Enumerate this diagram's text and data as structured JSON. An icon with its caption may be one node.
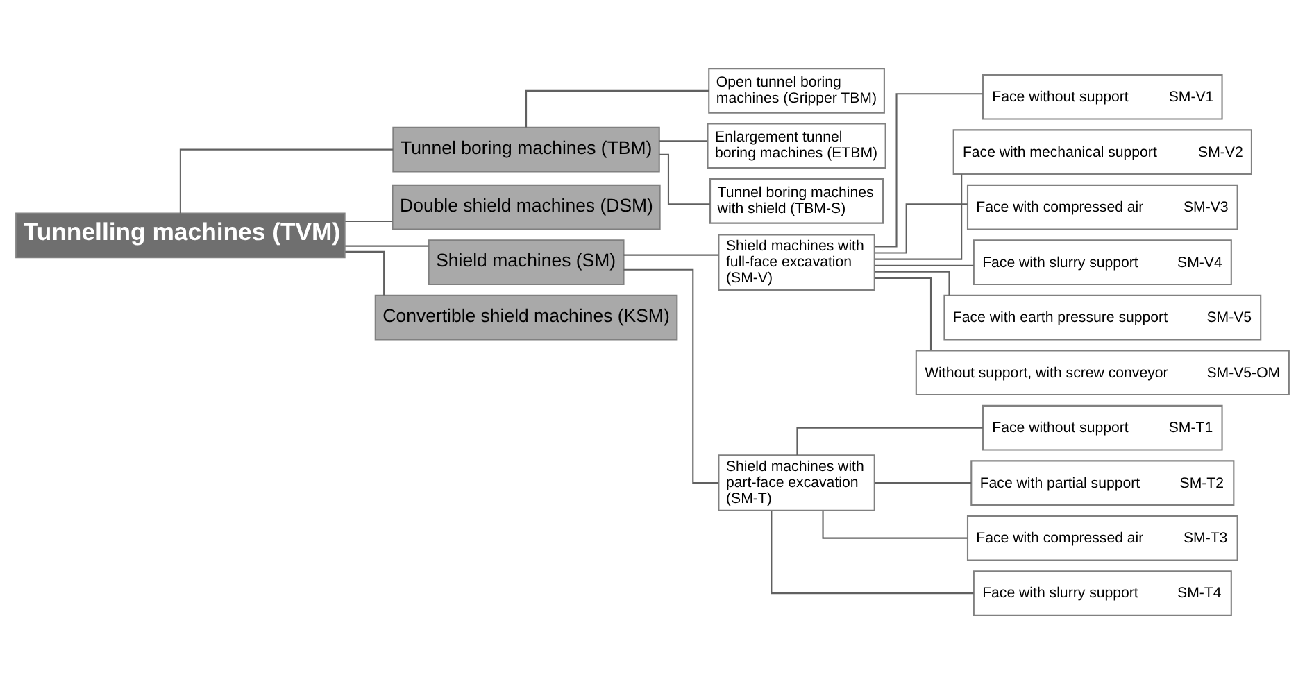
{
  "diagram": {
    "nodes": [
      {
        "text": [
          "Tunnelling machines (TVM)"
        ]
      },
      {
        "text": [
          "Tunnel boring machines (TBM)"
        ]
      },
      {
        "text": [
          "Open tunnel boring machines (Gripper TBM)"
        ]
      },
      {
        "text": [
          "Enlargement tunnel boring machines (ETBM)"
        ]
      },
      {
        "text": [
          "Tunnel boring machines with shield (TBM-S)"
        ]
      },
      {
        "text": [
          "Double shield machines (DSM)"
        ]
      },
      {
        "text": [
          "Shield machines (SM)"
        ]
      },
      {
        "text": [
          "Shield machines with full-face excavation (SM-V)"
        ]
      },
      {
        "text": [
          "Face without support",
          "SM-V1"
        ]
      },
      {
        "text": [
          "Face with mechanical support",
          "SM-V2"
        ]
      },
      {
        "text": [
          "Face with compressed air",
          "SM-V3"
        ]
      },
      {
        "text": [
          "Face with slurry support",
          "SM-V4"
        ]
      },
      {
        "text": [
          "Face with earth pressure support",
          "SM-V5"
        ]
      },
      {
        "text": [
          "Without support, with screw conveyor",
          "SM-V5-OM"
        ]
      },
      {
        "text": [
          "Shield machines with part-face excavation (SM-T)"
        ]
      },
      {
        "text": [
          "Face without support",
          "SM-T1"
        ]
      },
      {
        "text": [
          "Face with partial support",
          "SM-T2"
        ]
      },
      {
        "text": [
          "Face with compressed air",
          "SM-T3"
        ]
      },
      {
        "text": [
          "Face with slurry support",
          "SM-T4"
        ]
      },
      {
        "text": [
          "Convertible shield machines (KSM)"
        ]
      }
    ],
    "edges": [
      {
        "from": 0,
        "to": 1,
        "arrow": "none"
      },
      {
        "from": 1,
        "to": 2,
        "arrow": "none"
      },
      {
        "from": 1,
        "to": 3,
        "arrow": "none"
      },
      {
        "from": 1,
        "to": 4,
        "arrow": "none"
      },
      {
        "from": 0,
        "to": 5,
        "arrow": "none"
      },
      {
        "from": 0,
        "to": 6,
        "arrow": "none"
      },
      {
        "from": 6,
        "to": 7,
        "arrow": "none"
      },
      {
        "from": 7,
        "to": 8,
        "arrow": "none"
      },
      {
        "from": 7,
        "to": 9,
        "arrow": "none"
      },
      {
        "from": 7,
        "to": 10,
        "arrow": "none"
      },
      {
        "from": 7,
        "to": 11,
        "arrow": "none"
      },
      {
        "from": 7,
        "to": 12,
        "arrow": "none"
      },
      {
        "from": 7,
        "to": 13,
        "arrow": "none"
      },
      {
        "from": 6,
        "to": 14,
        "arrow": "none"
      },
      {
        "from": 14,
        "to": 15,
        "arrow": "none"
      },
      {
        "from": 14,
        "to": 16,
        "arrow": "none"
      },
      {
        "from": 14,
        "to": 17,
        "arrow": "none"
      },
      {
        "from": 14,
        "to": 18,
        "arrow": "none"
      },
      {
        "from": 0,
        "to": 19,
        "arrow": "none"
      }
    ]
  }
}
